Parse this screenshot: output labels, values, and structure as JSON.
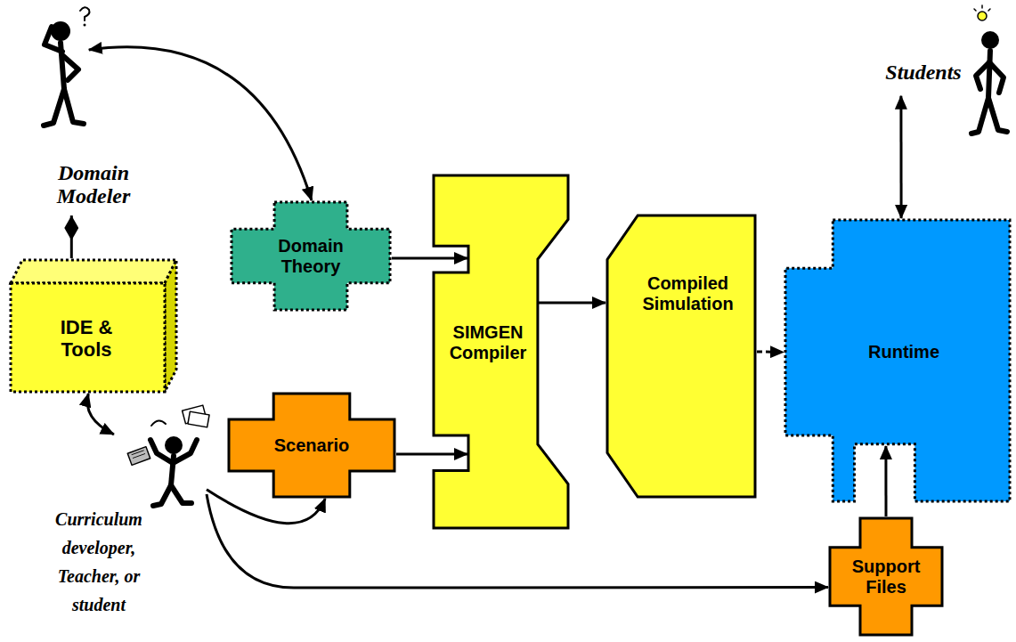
{
  "diagram": {
    "nodes": [
      {
        "text": [
          "Domain Modeler"
        ]
      },
      {
        "text": [
          "Students"
        ]
      },
      {
        "text": [
          "Domain Theory"
        ]
      },
      {
        "text": [
          "IDE & Tools"
        ]
      },
      {
        "text": [
          "SIMGEN Compiler"
        ]
      },
      {
        "text": [
          "Compiled Simulation"
        ]
      },
      {
        "text": [
          "Runtime"
        ]
      },
      {
        "text": [
          "Scenario"
        ]
      },
      {
        "text": [
          "Curriculum developer, Teacher, or student"
        ]
      },
      {
        "text": [
          "Support Files"
        ]
      }
    ],
    "edges": [
      {
        "from": 0,
        "to": 2,
        "arrow": "both"
      },
      {
        "from": 3,
        "to": 0,
        "arrow": "none"
      },
      {
        "from": 3,
        "to": 8,
        "arrow": "both"
      },
      {
        "from": 2,
        "to": 4,
        "arrow": "to"
      },
      {
        "from": 7,
        "to": 4,
        "arrow": "to"
      },
      {
        "from": 4,
        "to": 5,
        "arrow": "to"
      },
      {
        "from": 5,
        "to": 6,
        "arrow": "to"
      },
      {
        "from": 1,
        "to": 6,
        "arrow": "both"
      },
      {
        "from": 8,
        "to": 7,
        "arrow": "to"
      },
      {
        "from": 8,
        "to": 9,
        "arrow": "to"
      },
      {
        "from": 9,
        "to": 6,
        "arrow": "to"
      }
    ]
  }
}
